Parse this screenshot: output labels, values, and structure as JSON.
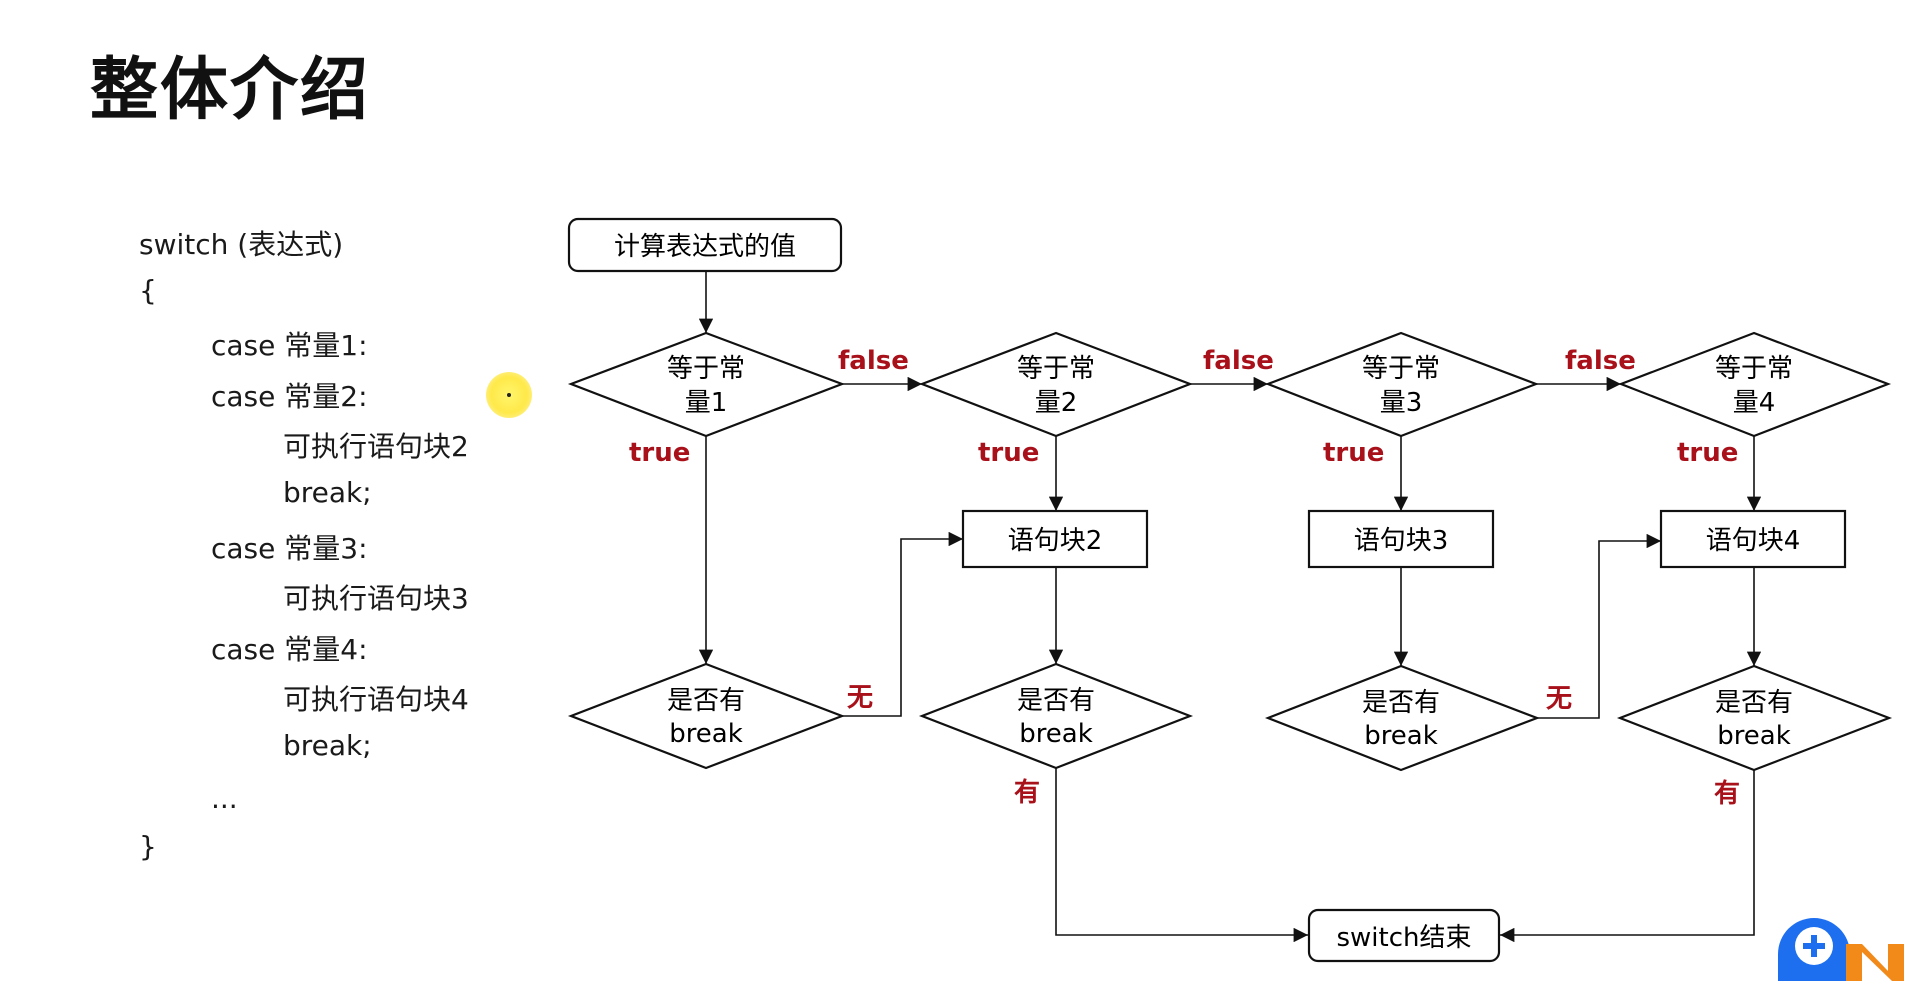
{
  "title": "整体介绍",
  "code": {
    "lines": [
      "switch (表达式)",
      "{",
      "case 常量1:",
      "case 常量2:",
      "可执行语句块2",
      "break;",
      "case 常量3:",
      "可执行语句块3",
      "case 常量4:",
      "可执行语句块4",
      "break;",
      "...",
      "}"
    ]
  },
  "flow": {
    "start": "计算表达式的值",
    "decisions": [
      {
        "line1": "等于常",
        "line2": "量1"
      },
      {
        "line1": "等于常",
        "line2": "量2"
      },
      {
        "line1": "等于常",
        "line2": "量3"
      },
      {
        "line1": "等于常",
        "line2": "量4"
      }
    ],
    "blocks": [
      "语句块2",
      "语句块3",
      "语句块4"
    ],
    "break_checks": [
      {
        "line1": "是否有",
        "line2": "break"
      },
      {
        "line1": "是否有",
        "line2": "break"
      },
      {
        "line1": "是否有",
        "line2": "break"
      },
      {
        "line1": "是否有",
        "line2": "break"
      }
    ],
    "end": "switch结束",
    "labels": {
      "false": "false",
      "true": "true",
      "none": "无",
      "has": "有"
    },
    "label_color": "#a8101a"
  }
}
